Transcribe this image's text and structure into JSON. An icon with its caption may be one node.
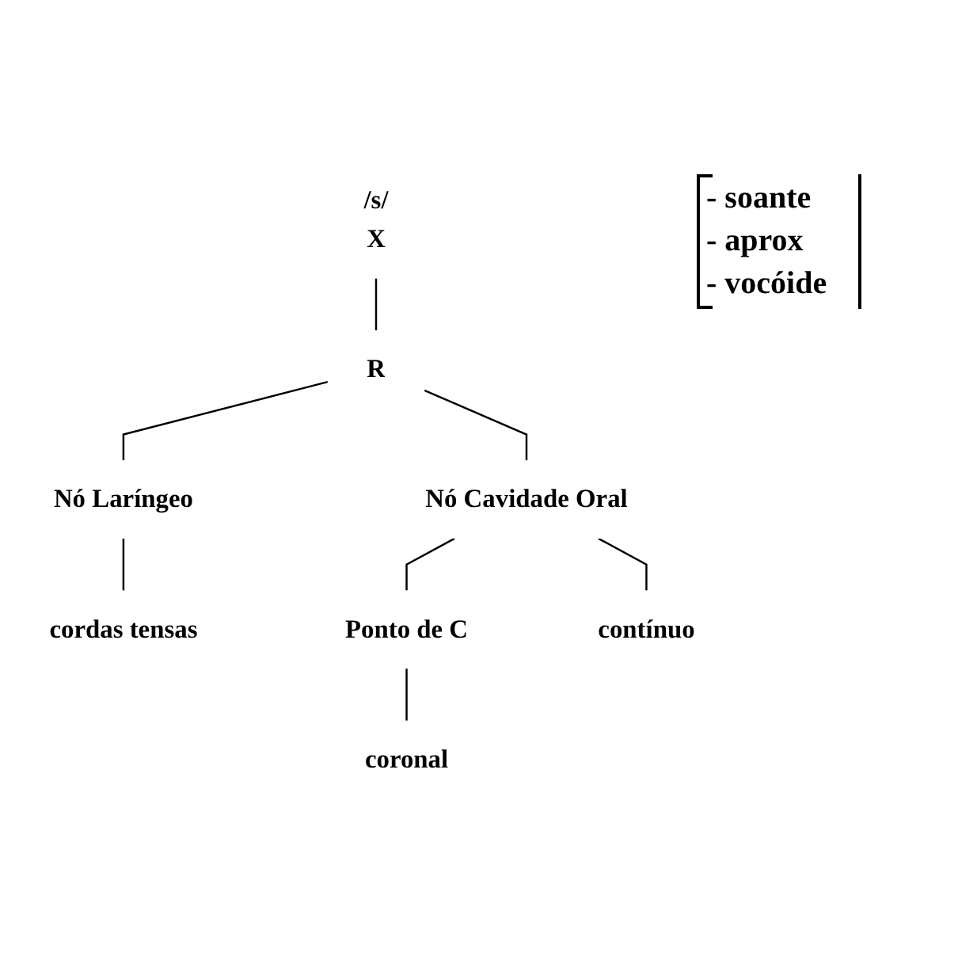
{
  "diagram": {
    "nodes": [
      {
        "text": [
          "/s/",
          "X"
        ]
      },
      {
        "text": [
          "R"
        ]
      },
      {
        "text": [
          "Nó Laríngeo"
        ]
      },
      {
        "text": [
          "Nó Cavidade Oral"
        ]
      },
      {
        "text": [
          "cordas tensas"
        ]
      },
      {
        "text": [
          "Ponto de C"
        ]
      },
      {
        "text": [
          "contínuo"
        ]
      },
      {
        "text": [
          "coronal"
        ]
      }
    ],
    "edges": [
      {
        "from": 0,
        "to": 1,
        "arrow": "none"
      },
      {
        "from": 1,
        "to": 2,
        "arrow": "none"
      },
      {
        "from": 1,
        "to": 3,
        "arrow": "none"
      },
      {
        "from": 2,
        "to": 4,
        "arrow": "none"
      },
      {
        "from": 3,
        "to": 5,
        "arrow": "none"
      },
      {
        "from": 3,
        "to": 6,
        "arrow": "none"
      },
      {
        "from": 5,
        "to": 7,
        "arrow": "none"
      }
    ],
    "labels": [
      "- soante",
      "- aprox",
      "- vocóide"
    ]
  }
}
